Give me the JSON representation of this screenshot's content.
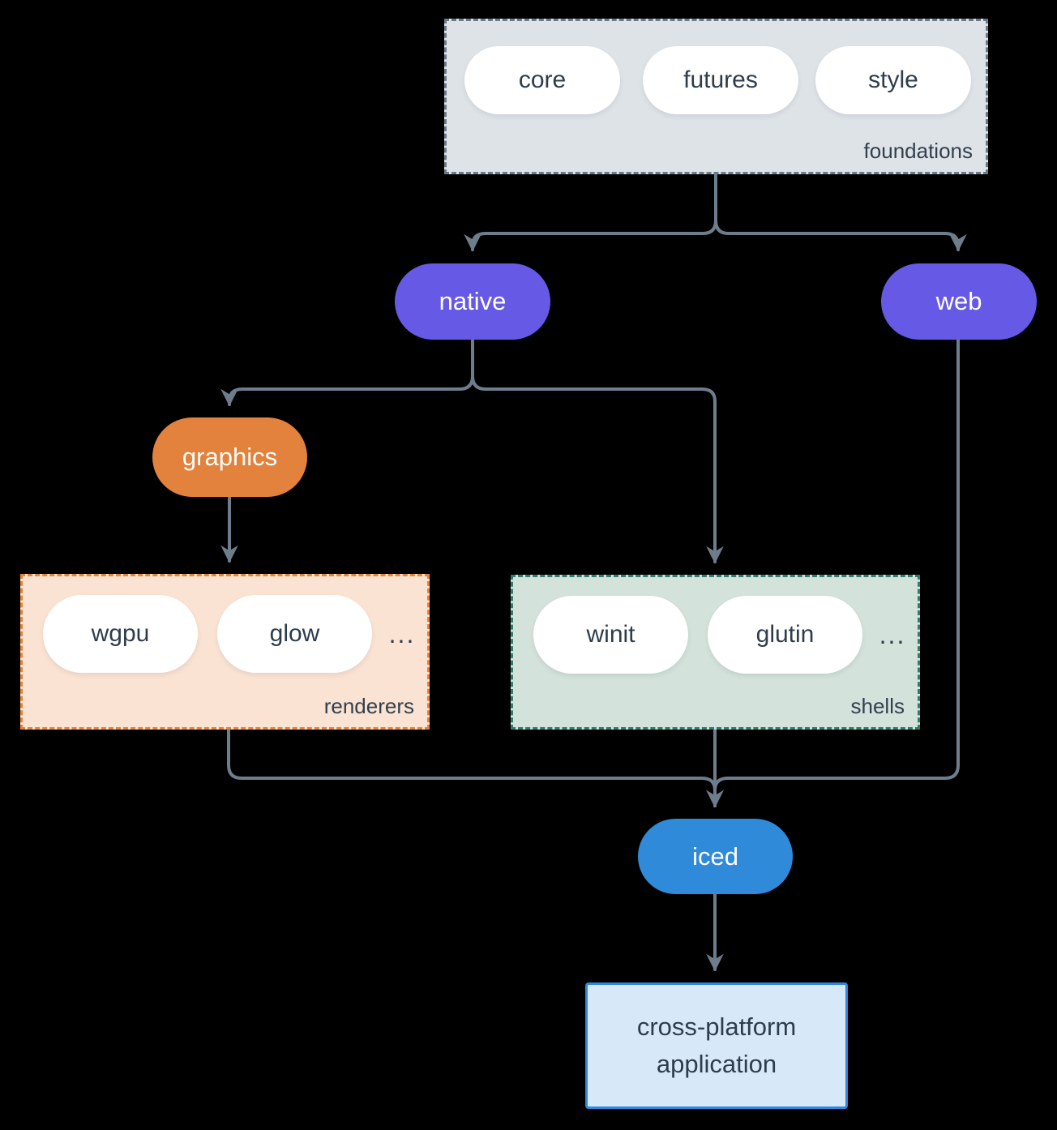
{
  "diagram": {
    "type": "architecture-flowchart",
    "background": "#000000",
    "connector_color": "#6e7d8c",
    "groups": {
      "foundations": {
        "label": "foundations",
        "fill": "#dee3e8",
        "border": "#6b7a89",
        "pills": [
          "core",
          "futures",
          "style"
        ]
      },
      "renderers": {
        "label": "renderers",
        "fill": "#fae3d2",
        "border": "#e78333",
        "pills": [
          "wgpu",
          "glow"
        ],
        "more": "..."
      },
      "shells": {
        "label": "shells",
        "fill": "#d3e2da",
        "border": "#2f7d6b",
        "pills": [
          "winit",
          "glutin"
        ],
        "more": "..."
      }
    },
    "nodes": {
      "native": {
        "label": "native",
        "color": "#6659e6"
      },
      "web": {
        "label": "web",
        "color": "#6659e6"
      },
      "graphics": {
        "label": "graphics",
        "color": "#e2823c"
      },
      "iced": {
        "label": "iced",
        "color": "#2f8ad9"
      },
      "application": {
        "label": "cross-platform application",
        "fill": "#d7e8f8",
        "border": "#3087de"
      }
    },
    "edges": [
      "foundations -> native",
      "foundations -> web",
      "native -> graphics",
      "native -> shells",
      "graphics -> renderers",
      "renderers -> iced",
      "shells -> iced",
      "web -> iced",
      "iced -> application"
    ]
  }
}
